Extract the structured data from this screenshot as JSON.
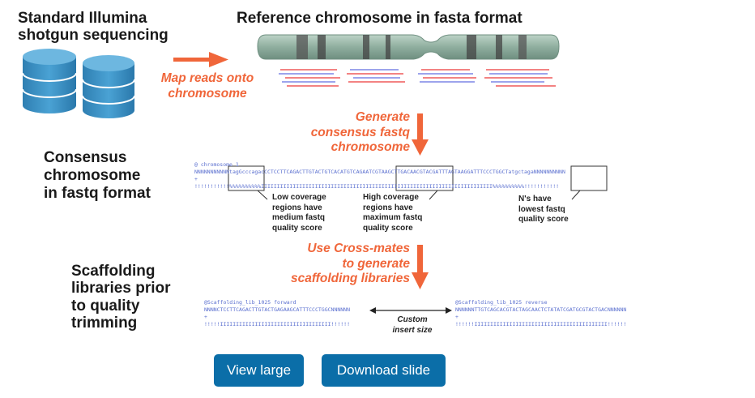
{
  "labels": {
    "sequencing": "Standard Illumina\nshotgun sequencing",
    "reference": "Reference chromosome in fasta format",
    "consensus": "Consensus\nchromosome\nin fastq format",
    "scaffolding": "Scaffolding\nlibraries prior\nto quality\ntrimming"
  },
  "steps": {
    "map": "Map reads onto\nchromosome",
    "generate": "Generate\nconsensus fastq\nchromosome",
    "crossmates": "Use Cross-mates\nto generate\nscaffolding libraries"
  },
  "notes": {
    "low": "Low coverage\nregions have\nmedium fastq\nquality score",
    "high": "High coverage\nregions have\nmaximum fastq\nquality score",
    "ns": "N's have\nlowest fastq\nquality score",
    "insert": "Custom\ninsert size"
  },
  "fastq": {
    "header": "@ chromosome 1",
    "seq": "NNNNNNNNNNNtagGcccagacCCTCCTTCAGACTTGTACTGTCACATGTCAGAATCGTAAGCTTGACAACGTACGATTTAGTAAGGATTTCCCTGGCTatgctagaNNNNNNNNNN",
    "plus": "+",
    "qual": "!!!!!!!!!!!%%%%%%%%%%IIIIIIIIIIIIIIIIIIIIIIIIIIIIIIIIIIIIIIIIIIIIIIIIIIIIIIIIIIIIIIIIIIIIIIIII%%%%%%%%%%!!!!!!!!!!!"
  },
  "scaffold": {
    "fwd_header": "@Scaffolding_lib_1025 forward",
    "fwd_seq": "NNNNCTCCTTCAGACTTGTACTGAGAAGCATTTCCCTGGCNNNNNN",
    "fwd_plus": "+",
    "fwd_qual": "!!!!!IIIIIIIIIIIIIIIIIIIIIIIIIIIIIIIIIII!!!!!!",
    "rev_header": "@Scaffolding_lib_1025 reverse",
    "rev_seq": "NNNNNNTTGTCAGCACGTACTAGCAACTCTATATCGATGCGTACTGACNNNNNN",
    "rev_plus": "+",
    "rev_qual": "!!!!!!IIIIIIIIIIIIIIIIIIIIIIIIIIIIIIIIIIIIIIIIII!!!!!!"
  },
  "buttons": {
    "view_large": "View large",
    "download_slide": "Download slide"
  },
  "colors": {
    "accent": "#f0663a",
    "button": "#0b6ea8",
    "db_blue": "#3f93c6",
    "chromosome": "#a9c4b7",
    "read_red": "#ef5a5a",
    "read_blue": "#7d86e6"
  },
  "icons": [
    "database-icon",
    "database-icon",
    "arrow-right-icon",
    "arrow-down-icon",
    "double-arrow-icon"
  ]
}
